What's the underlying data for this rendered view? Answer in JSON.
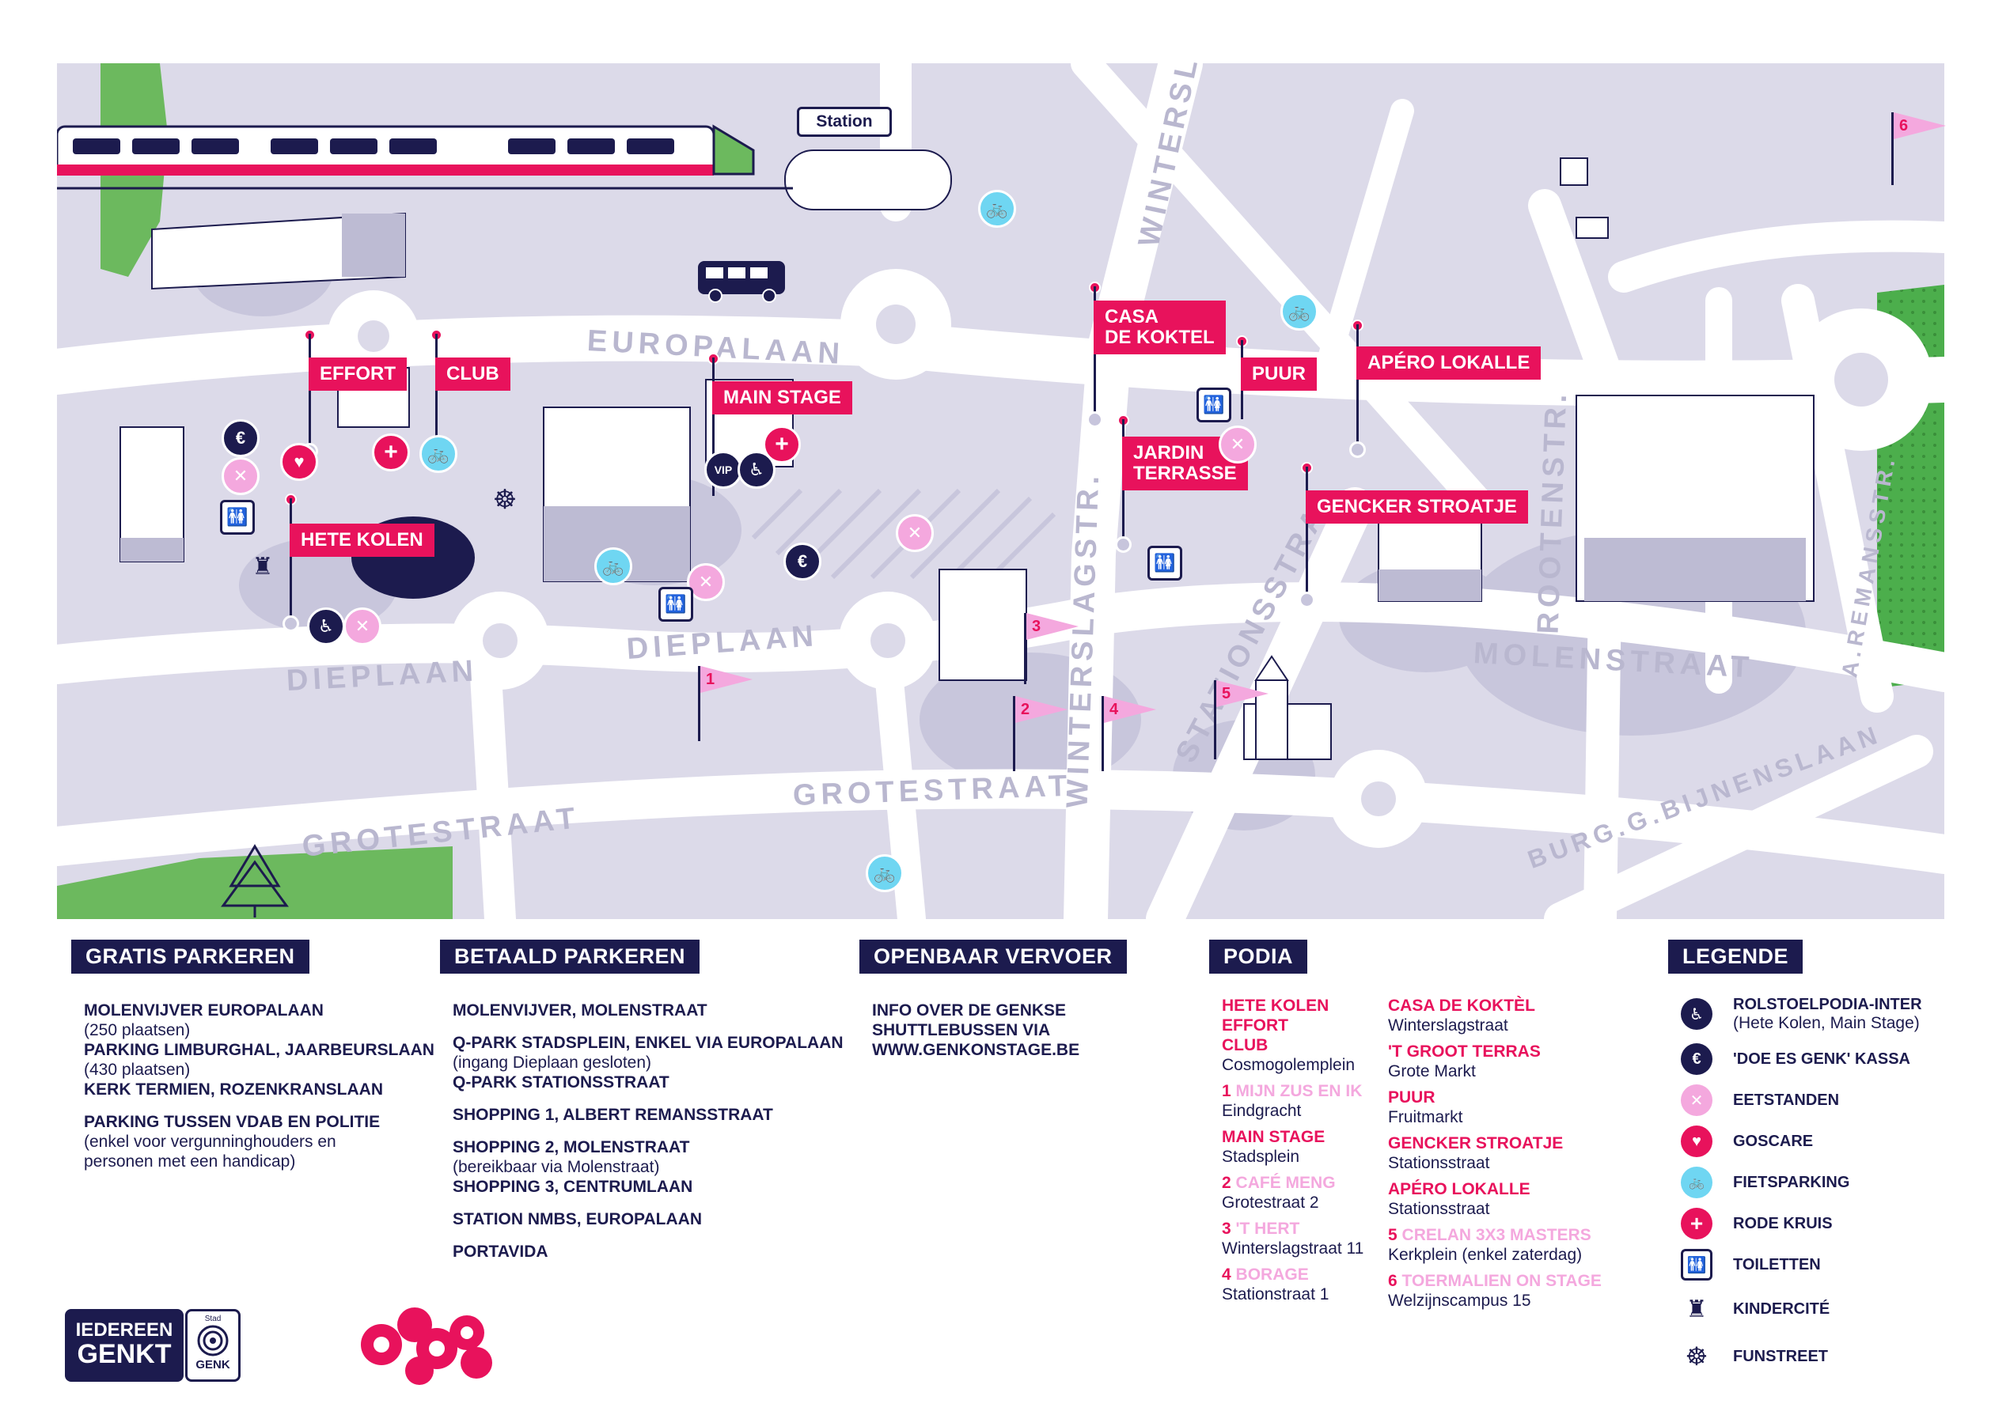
{
  "map": {
    "station_label": "Station",
    "streets": {
      "europalaan": "EUROPALAAN",
      "dieplaan_left": "DIEPLAAN",
      "dieplaan_mid": "DIEPLAAN",
      "grotestraat_left": "GROTESTRAAT",
      "grotestraat_mid": "GROTESTRAAT",
      "winterslagstr_top": "WINTERSL",
      "winterslagstr": "WINTERSLAGSTR.",
      "stationsstraat": "STATIONSSTRA",
      "rootenstr": "ROOTENSTR.",
      "molenstraat": "MOLENSTRAAT",
      "remansstr": "A.REMANSSTR.",
      "bijnenslaan": "BURG.G.BIJNENSLAAN"
    },
    "stages": {
      "effort": "EFFORT",
      "club": "CLUB",
      "main_stage": "MAIN STAGE",
      "hete_kolen": "HETE KOLEN",
      "casa": "CASA\nDE KOKTEL",
      "puur": "PUUR",
      "apero": "APÉRO LOKALLE",
      "jardin": "JARDIN\nTERRASSE",
      "gencker": "GENCKER STROATJE"
    },
    "flags": [
      "1",
      "2",
      "3",
      "4",
      "5",
      "6"
    ],
    "vip_label": "VIP",
    "euro_symbol": "€"
  },
  "sections": {
    "gratis": {
      "title": "GRATIS PARKEREN",
      "l1": "MOLENVIJVER EUROPALAAN",
      "l2": "(250 plaatsen)",
      "l3": "PARKING LIMBURGHAL, JAARBEURSLAAN",
      "l4": "(430 plaatsen)",
      "l5": "KERK TERMIEN, ROZENKRANSLAAN",
      "l6": "PARKING TUSSEN VDAB EN POLITIE",
      "l7": "(enkel voor vergunninghouders en",
      "l8": "personen met een handicap)"
    },
    "betaald": {
      "title": "BETAALD PARKEREN",
      "l1": "MOLENVIJVER, MOLENSTRAAT",
      "l2": "Q-PARK STADSPLEIN, ENKEL VIA EUROPALAAN",
      "l3": "(ingang Dieplaan gesloten)",
      "l4": "Q-PARK STATIONSSTRAAT",
      "l5": "SHOPPING 1, ALBERT REMANSSTRAAT",
      "l6": "SHOPPING 2, MOLENSTRAAT",
      "l7": "(bereikbaar via Molenstraat)",
      "l8": "SHOPPING 3, CENTRUMLAAN",
      "l9": "STATION NMBS, EUROPALAAN",
      "l10": "PORTAVIDA"
    },
    "openbaar": {
      "title": "OPENBAAR VERVOER",
      "l1": "INFO OVER DE GENKSE",
      "l2": "SHUTTLEBUSSEN VIA",
      "l3": "WWW.GENKONSTAGE.BE"
    },
    "podia": {
      "title": "PODIA",
      "c1": {
        "hete_kolen": "HETE KOLEN",
        "effort": "EFFORT",
        "club": "CLUB",
        "cosmo": "Cosmogolemplein",
        "n1": "1",
        "mijn_zus": "MIJN ZUS EN IK",
        "eindgracht": "Eindgracht",
        "main_stage": "MAIN STAGE",
        "stadsplein": "Stadsplein",
        "n2": "2",
        "cafe_meng": "CAFÉ MENG",
        "grotestraat2": "Grotestraat 2",
        "n3": "3",
        "hert": "'T HERT",
        "winterslag11": "Winterslagstraat 11",
        "n4": "4",
        "borage": "BORAGE",
        "station1": "Stationstraat 1"
      },
      "c2": {
        "casa": "CASA DE KOKTÈL",
        "winterslag": "Winterslagstraat",
        "terras": "'T GROOT TERRAS",
        "grote_markt": "Grote Markt",
        "puur": "PUUR",
        "fruitmarkt": "Fruitmarkt",
        "gencker": "GENCKER STROATJE",
        "stationsstraat1": "Stationsstraat",
        "apero": "APÉRO LOKALLE",
        "stationsstraat2": "Stationsstraat",
        "n5": "5",
        "crelan": "CRELAN 3X3 MASTERS",
        "kerkplein": "Kerkplein (enkel zaterdag)",
        "n6": "6",
        "toermalien": "TOERMALIEN ON STAGE",
        "welzijn": "Welzijnscampus 15"
      }
    },
    "legende": {
      "title": "LEGENDE",
      "rolstoel": "ROLSTOELPODIA-INTER",
      "rolstoel_sub": "(Hete Kolen, Main Stage)",
      "kassa": "'DOE ES GENK' KASSA",
      "eetstanden": "EETSTANDEN",
      "goscare": "GOSCARE",
      "fiets": "FIETSPARKING",
      "rode_kruis": "RODE KRUIS",
      "toiletten": "TOILETTEN",
      "kindercite": "KINDERCITÉ",
      "funstreet": "FUNSTREET"
    }
  },
  "logos": {
    "iedereen": "IEDEREEN",
    "genkt": "GENKT",
    "stad": "Stad",
    "genk": "GENK"
  },
  "colors": {
    "navy": "#1c1b4e",
    "pink": "#e8125c",
    "light_pink": "#f4a8de",
    "bike_blue": "#6fd6f2",
    "map_bg": "#dcdae9",
    "road": "#ffffff",
    "green": "#6cb95e"
  }
}
